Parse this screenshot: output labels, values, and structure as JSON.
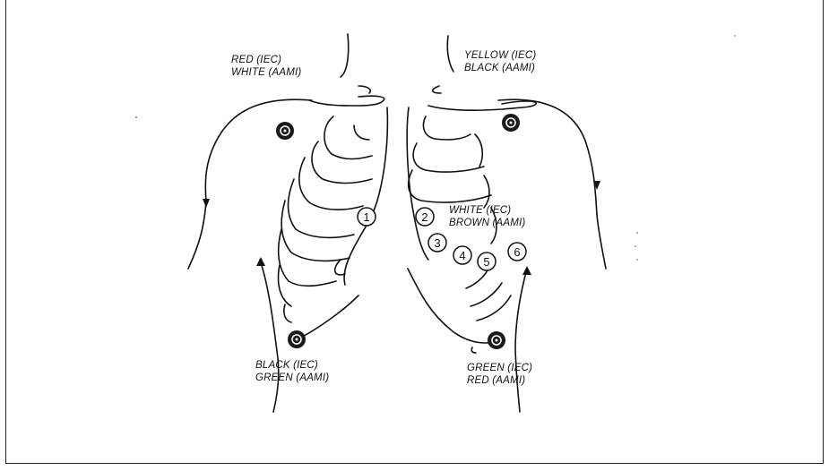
{
  "electrodes": {
    "right_arm": {
      "line1": "RED (IEC)",
      "line2": "WHITE (AAMI)"
    },
    "left_arm": {
      "line1": "YELLOW (IEC)",
      "line2": "BLACK (AAMI)"
    },
    "chest": {
      "line1": "WHITE (IEC)",
      "line2": "BROWN (AAMI)"
    },
    "right_leg": {
      "line1": "BLACK (IEC)",
      "line2": "GREEN (AAMI)"
    },
    "left_leg": {
      "line1": "GREEN (IEC)",
      "line2": "RED (AAMI)"
    }
  },
  "chest_positions": [
    "1",
    "2",
    "3",
    "4",
    "5",
    "6"
  ],
  "colors": {
    "ink": "#111111",
    "electrode_fill": "#1a1a1a"
  }
}
